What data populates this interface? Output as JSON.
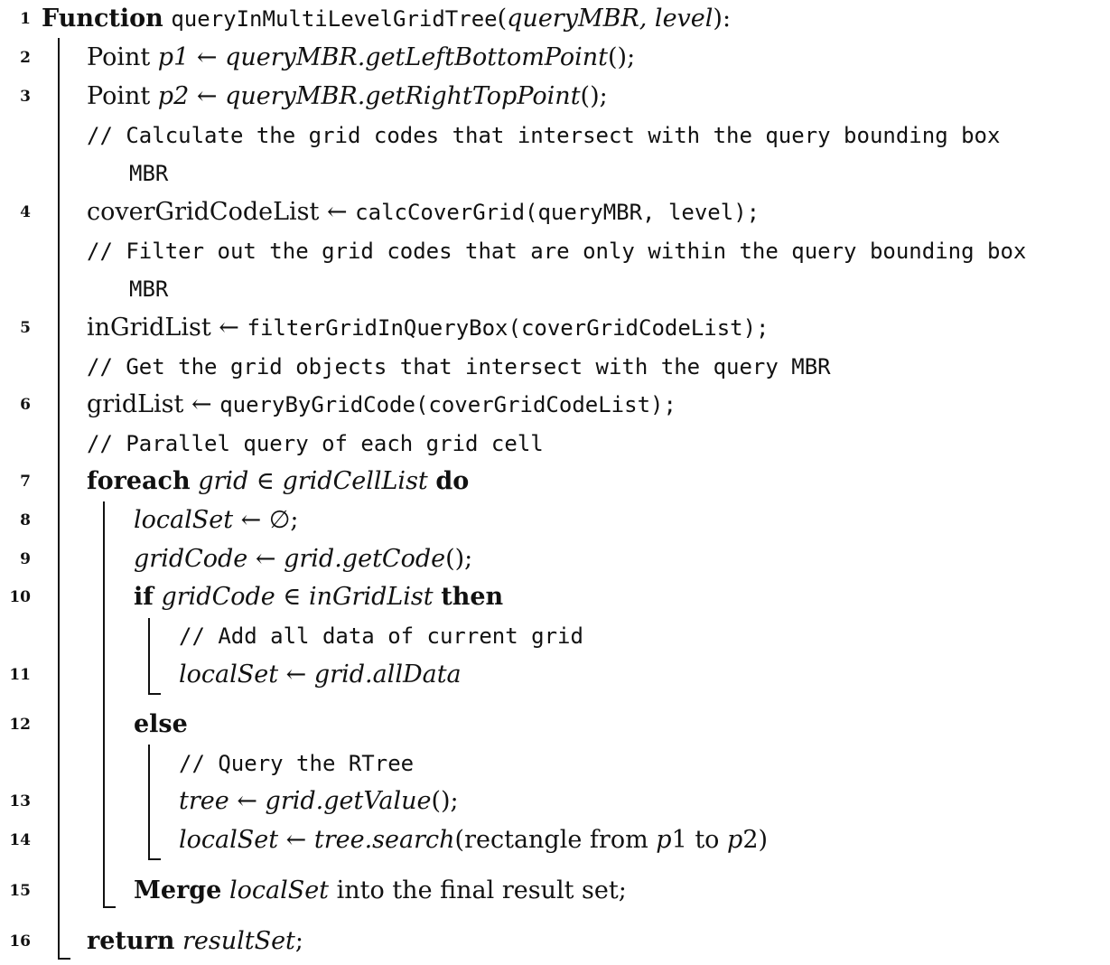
{
  "algorithm": {
    "line_numbers": [
      "1",
      "2",
      "3",
      "4",
      "5",
      "6",
      "7",
      "8",
      "9",
      "10",
      "11",
      "12",
      "13",
      "14",
      "15",
      "16"
    ],
    "l1": {
      "kw": "Function",
      "name": "queryInMultiLevelGridTree",
      "open": "(",
      "args": "queryMBR, level",
      "close": "):"
    },
    "l2": {
      "type": "Point",
      "var": "p1",
      "arrow": "←",
      "expr": "queryMBR.getLeftBottomPoint",
      "tail": "();"
    },
    "l3": {
      "type": "Point",
      "var": "p2",
      "arrow": "←",
      "expr": "queryMBR.getRightTopPoint",
      "tail": "();"
    },
    "c1a": "// Calculate the grid codes that intersect with the query bounding box",
    "c1b": "MBR",
    "l4": {
      "var": "coverGridCodeList",
      "arrow": "←",
      "call": "calcCoverGrid(queryMBR, level);"
    },
    "c2a": "// Filter out the grid codes that are only within the query bounding box",
    "c2b": "MBR",
    "l5": {
      "var": "inGridList",
      "arrow": "←",
      "call": "filterGridInQueryBox(coverGridCodeList);"
    },
    "c3": "// Get the grid objects that intersect with the query MBR",
    "l6": {
      "var": "gridList",
      "arrow": "←",
      "call": "queryByGridCode(coverGridCodeList);"
    },
    "c4": "// Parallel query of each grid cell",
    "l7": {
      "kw": "foreach",
      "var": "grid",
      "in": "∈",
      "list": "gridCellList",
      "do": "do"
    },
    "l8": {
      "var": "localSet",
      "arrow": "←",
      "expr": "∅;"
    },
    "l9": {
      "var": "gridCode",
      "arrow": "←",
      "expr": "grid.getCode",
      "tail": "();"
    },
    "l10": {
      "kw": "if",
      "var": "gridCode",
      "in": "∈",
      "list": "inGridList",
      "then": "then"
    },
    "c5": "// Add all data of current grid",
    "l11": {
      "var": "localSet",
      "arrow": "←",
      "expr": "grid.allData"
    },
    "l12": {
      "kw": "else"
    },
    "c6": "// Query the RTree",
    "l13": {
      "var": "tree",
      "arrow": "←",
      "expr": "grid.getValue",
      "tail": "();"
    },
    "l14": {
      "var": "localSet",
      "arrow": "←",
      "expr": "tree.search",
      "open": "(",
      "text": "rectangle from ",
      "p1": "p",
      "n1": "1",
      "to": " to ",
      "p2": "p",
      "n2": "2",
      "close": ")"
    },
    "l15": {
      "kw": "Merge",
      "var": "localSet",
      "rest": " into the final result set;"
    },
    "l16": {
      "kw": "return",
      "var": "resultSet",
      "tail": ";"
    }
  }
}
